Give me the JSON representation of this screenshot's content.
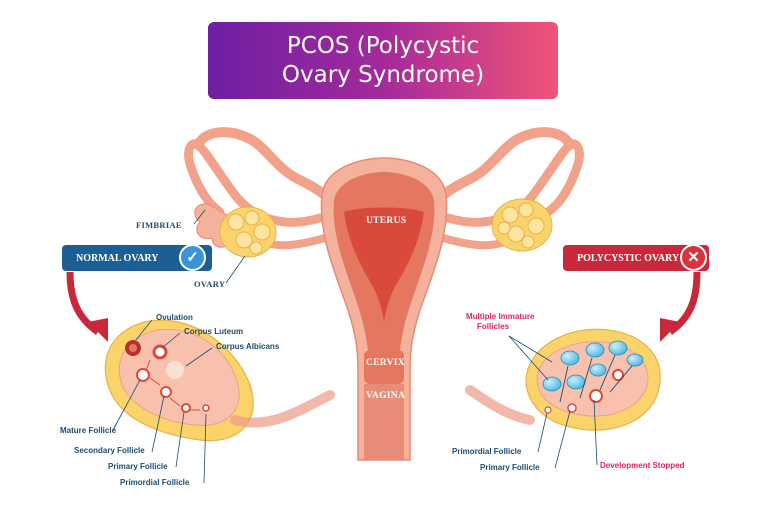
{
  "title": {
    "line1": "PCOS (Polycystic",
    "line2": "Ovary Syndrome)"
  },
  "uterus_labels": {
    "uterus": "UTERUS",
    "cervix": "CERVIX",
    "vagina": "VAGINA"
  },
  "anatomy_labels": {
    "fimbriae": "FIMBRIAE",
    "ovary": "OVARY"
  },
  "normal_ovary": {
    "badge": "NORMAL OVARY",
    "badge_icon": "check-icon",
    "labels": {
      "ovulation": "Ovulation",
      "corpus_luteum": "Corpus Luteum",
      "corpus_albicans": "Corpus Albicans",
      "mature_follicle": "Mature Follicle",
      "secondary_follicle": "Secondary Follicle",
      "primary_follicle": "Primary Follicle",
      "primordial_follicle": "Primordial Follicle"
    }
  },
  "polycystic_ovary": {
    "badge": "POLYCYSTIC OVARY",
    "badge_icon": "cross-icon",
    "labels": {
      "multiple_immature_line1": "Multiple Immature",
      "multiple_immature_line2": "Follicles",
      "primordial_follicle": "Primordial Follicle",
      "primary_follicle": "Primary Follicle",
      "development_stopped": "Development Stopped"
    }
  },
  "colors": {
    "uterus_outer": "#f4b19c",
    "uterus_inner": "#e57761",
    "uterus_cavity": "#d94a3b",
    "ovary_yellow": "#fbd36b",
    "ovary_pink": "#f7c1ad",
    "label_navy": "#1c4d6e",
    "label_pink": "#e0245e",
    "normal_blue": "#1c5f95",
    "polycystic_red": "#c8283a",
    "cyst_blue": "#7fd0ec"
  }
}
